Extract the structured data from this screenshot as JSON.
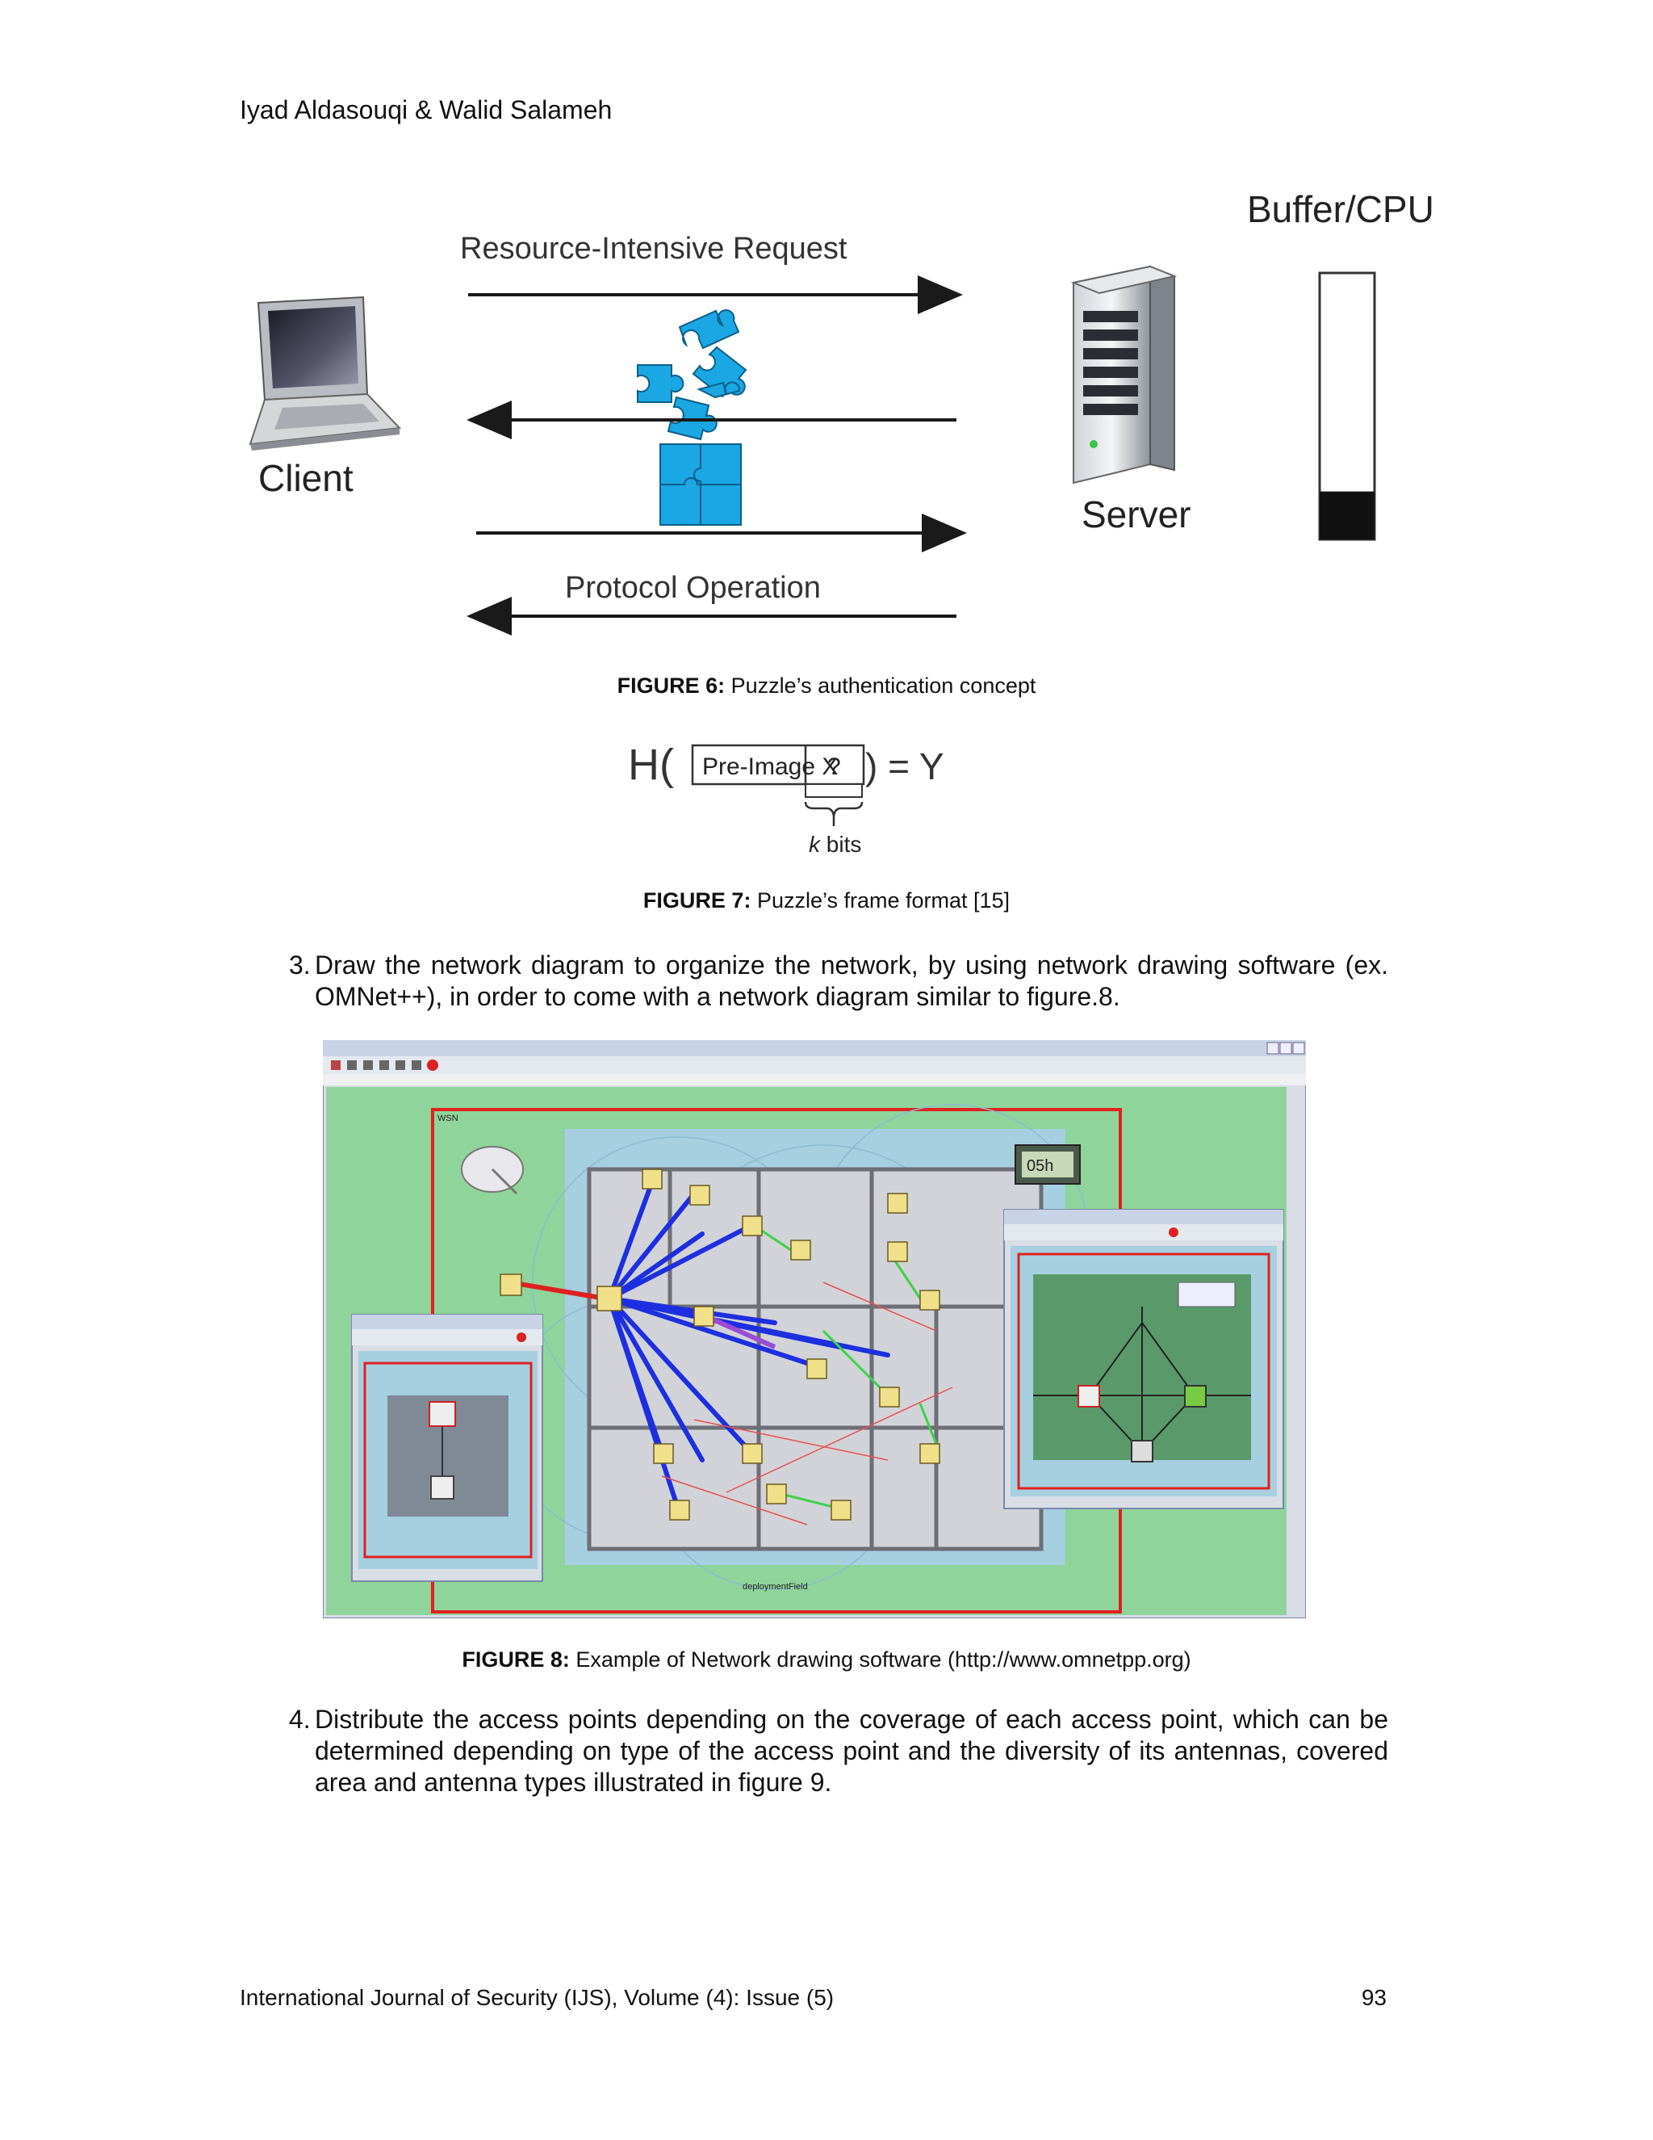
{
  "header": {
    "authors": "Iyad Aldasouqi & Walid Salameh"
  },
  "figure6": {
    "labels": {
      "buffer": "Buffer/CPU",
      "request": "Resource-Intensive Request",
      "client": "Client",
      "server": "Server",
      "protocol": "Protocol Operation"
    },
    "buffer_fill_fraction": 0.18,
    "caption_label": "FIGURE 6:",
    "caption_text": " Puzzle’s authentication concept",
    "colors": {
      "puzzle": "#1aa7e3",
      "arrow": "#1a1a1a"
    }
  },
  "figure7": {
    "h": "H(",
    "pre_image": "Pre-Image X",
    "unknown": "?",
    "close_eq": ") = Y",
    "k": "k",
    "bits": " bits",
    "caption_label": "FIGURE 7:",
    "caption_text": " Puzzle’s frame format [15]"
  },
  "step3": {
    "number": "3.",
    "text": "Draw the network diagram to organize the network, by using network drawing software (ex. OMNet++), in order to come with a network diagram similar to figure.8."
  },
  "figure8": {
    "caption_label": "FIGURE 8:",
    "caption_text": " Example of Network drawing software (http://www.omnetpp.org)",
    "screenshot": {
      "network_label": "WSN",
      "deployment_label": "deploymentField",
      "time_display": "05h",
      "colors": {
        "field": "#8fd49a",
        "map": "#a6cfe0",
        "link": "#1d2fe0",
        "frame": "#e02020"
      }
    }
  },
  "step4": {
    "number": "4.",
    "text": "Distribute the access points depending on the coverage of each access point, which can be determined depending on type of the access point and the diversity of its antennas, covered area and antenna types illustrated in figure 9."
  },
  "footer": {
    "journal": "International Journal of Security (IJS), Volume (4): Issue (5)",
    "page": "93"
  }
}
